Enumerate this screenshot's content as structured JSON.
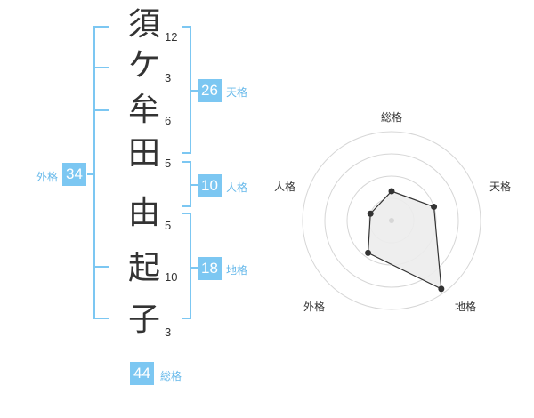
{
  "name": {
    "chars": [
      "須",
      "ケ",
      "牟",
      "田",
      "由",
      "起",
      "子"
    ],
    "strokes": [
      "12",
      "3",
      "6",
      "5",
      "5",
      "10",
      "3"
    ]
  },
  "kakusu": {
    "tenkaku": {
      "value": "26",
      "label": "天格"
    },
    "jinkaku": {
      "value": "10",
      "label": "人格"
    },
    "chikaku": {
      "value": "18",
      "label": "地格"
    },
    "gaikaku": {
      "value": "34",
      "label": "外格"
    },
    "soukaku": {
      "value": "44",
      "label": "総格"
    }
  },
  "radar": {
    "axes": [
      "総格",
      "天格",
      "地格",
      "外格",
      "人格"
    ],
    "values": [
      0.33,
      0.5,
      0.95,
      0.45,
      0.25
    ],
    "colors": {
      "ring": "#d6d6d6",
      "fill": "#ececec",
      "line": "#333333",
      "accent": "#7cc7f2"
    }
  }
}
